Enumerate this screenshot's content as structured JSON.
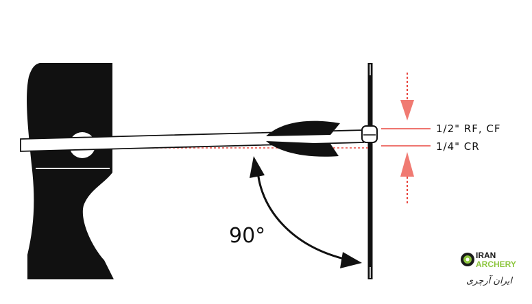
{
  "labels": {
    "rf_cf": "1/2\" RF, CF",
    "cr": "1/4\" CR",
    "angle": "90°"
  },
  "logo": {
    "word_line1": "IRAN",
    "word_line2": "ARCHERY",
    "persian": "ایران آرچری"
  },
  "colors": {
    "ink": "#111111",
    "guide_red": "#e8463f",
    "arrow_red": "#f07a72",
    "logo_green": "#8dc63f",
    "logo_dark": "#1a1a1a"
  }
}
